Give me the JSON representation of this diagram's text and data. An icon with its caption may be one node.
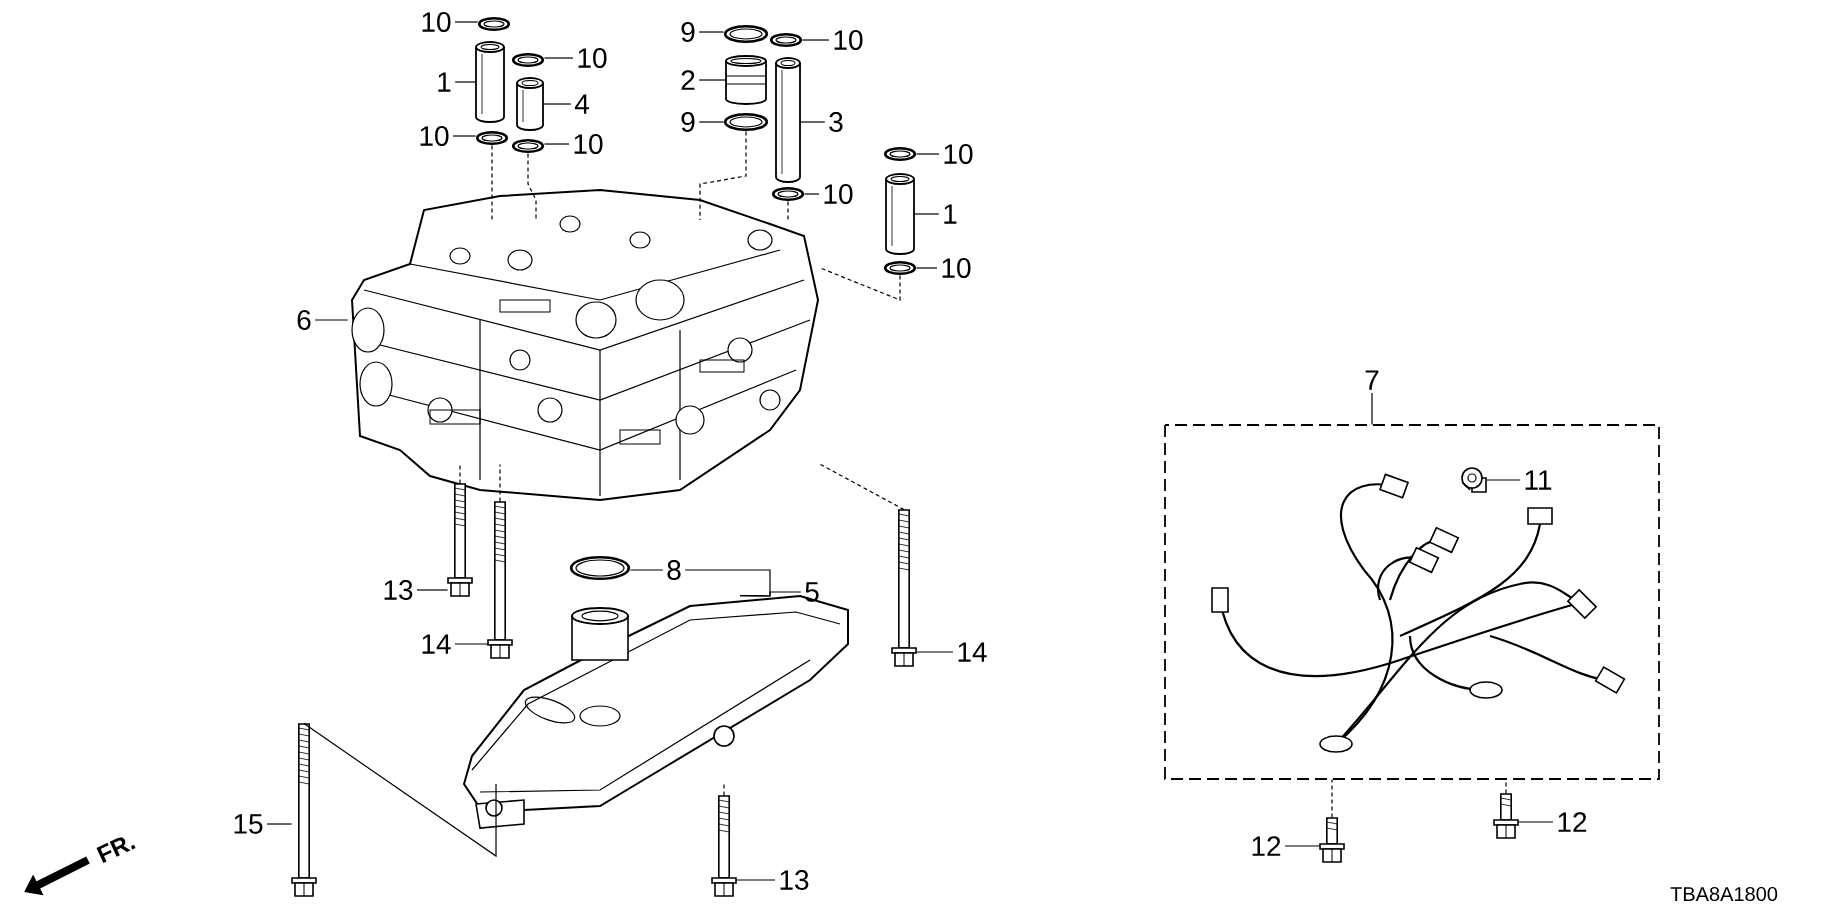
{
  "diagram": {
    "nodes": [
      {
        "text": [
          "10"
        ]
      },
      {
        "text": [
          "10"
        ]
      },
      {
        "text": [
          "1"
        ]
      },
      {
        "text": [
          "4"
        ]
      },
      {
        "text": [
          "10"
        ]
      },
      {
        "text": [
          "10"
        ]
      },
      {
        "text": [
          "9"
        ]
      },
      {
        "text": [
          "10"
        ]
      },
      {
        "text": [
          "2"
        ]
      },
      {
        "text": [
          "9"
        ]
      },
      {
        "text": [
          "3"
        ]
      },
      {
        "text": [
          "10"
        ]
      },
      {
        "text": [
          "10"
        ]
      },
      {
        "text": [
          "1"
        ]
      },
      {
        "text": [
          "10"
        ]
      },
      {
        "text": [
          "6"
        ]
      },
      {
        "text": [
          "8"
        ]
      },
      {
        "text": [
          "5"
        ]
      },
      {
        "text": [
          "13"
        ]
      },
      {
        "text": [
          "14"
        ]
      },
      {
        "text": [
          "14"
        ]
      },
      {
        "text": [
          "15"
        ]
      },
      {
        "text": [
          "13"
        ]
      },
      {
        "text": [
          "7"
        ]
      },
      {
        "text": [
          "11"
        ],
        "in": 50
      },
      {
        "text": [
          "12"
        ]
      },
      {
        "text": [
          "12"
        ]
      },
      {
        "text": [],
        "shape": "picture"
      },
      {
        "text": [],
        "shape": "picture"
      },
      {
        "text": [],
        "shape": "picture"
      },
      {
        "text": [],
        "shape": "picture"
      },
      {
        "text": [],
        "shape": "picture"
      },
      {
        "text": [],
        "shape": "picture"
      },
      {
        "text": [],
        "shape": "picture"
      },
      {
        "text": [],
        "shape": "picture"
      },
      {
        "text": [],
        "shape": "picture"
      },
      {
        "text": [],
        "shape": "picture"
      },
      {
        "text": [],
        "shape": "picture"
      },
      {
        "text": [],
        "shape": "picture"
      },
      {
        "text": [],
        "shape": "picture"
      },
      {
        "text": [],
        "shape": "picture"
      },
      {
        "text": [],
        "shape": "picture"
      },
      {
        "text": [],
        "shape": "picture"
      },
      {
        "text": [],
        "shape": "picture"
      },
      {
        "text": [],
        "shape": "picture"
      },
      {
        "text": [],
        "shape": "picture"
      },
      {
        "text": [],
        "shape": "picture"
      },
      {
        "text": [],
        "shape": "picture"
      },
      {
        "text": [],
        "shape": "picture"
      },
      {
        "text": [],
        "shape": "picture"
      },
      {
        "text": [],
        "shape": "picture"
      },
      {
        "text": [],
        "shape": "picture",
        "in": 50
      },
      {
        "text": [],
        "shape": "picture"
      },
      {
        "text": [],
        "shape": "picture"
      }
    ],
    "edges": [
      {
        "from": 0,
        "to": 27,
        "arrow": "none"
      },
      {
        "from": 1,
        "to": 28,
        "arrow": "none"
      },
      {
        "from": 2,
        "to": 29,
        "arrow": "none"
      },
      {
        "from": 3,
        "to": 30,
        "arrow": "none"
      },
      {
        "from": 4,
        "to": 31,
        "arrow": "none"
      },
      {
        "from": 5,
        "to": 32,
        "arrow": "none"
      },
      {
        "from": 6,
        "to": 33,
        "arrow": "none"
      },
      {
        "from": 7,
        "to": 34,
        "arrow": "none"
      },
      {
        "from": 8,
        "to": 35,
        "arrow": "none"
      },
      {
        "from": 9,
        "to": 36,
        "arrow": "none"
      },
      {
        "from": 10,
        "to": 37,
        "arrow": "none"
      },
      {
        "from": 11,
        "to": 38,
        "arrow": "none"
      },
      {
        "from": 12,
        "to": 39,
        "arrow": "none"
      },
      {
        "from": 13,
        "to": 40,
        "arrow": "none"
      },
      {
        "from": 14,
        "to": 41,
        "arrow": "none"
      },
      {
        "from": 15,
        "to": 42,
        "arrow": "none"
      },
      {
        "from": 16,
        "to": 43,
        "arrow": "none"
      },
      {
        "from": 17,
        "to": 44,
        "arrow": "none"
      },
      {
        "from": 18,
        "to": 45,
        "arrow": "none"
      },
      {
        "from": 19,
        "to": 46,
        "arrow": "none"
      },
      {
        "from": 20,
        "to": 47,
        "arrow": "none"
      },
      {
        "from": 21,
        "to": 48,
        "arrow": "none"
      },
      {
        "from": 22,
        "to": 49,
        "arrow": "none"
      },
      {
        "from": 23,
        "to": 50,
        "arrow": "none"
      },
      {
        "from": 24,
        "to": 51,
        "arrow": "none"
      },
      {
        "from": 25,
        "to": 52,
        "arrow": "none"
      },
      {
        "from": 26,
        "to": 53,
        "arrow": "none"
      },
      {
        "from": 16,
        "to": 44,
        "arrow": "none"
      },
      {
        "from": 31,
        "to": 42,
        "arrow": "none",
        "style": "dashed"
      },
      {
        "from": 32,
        "to": 42,
        "arrow": "none",
        "style": "dashed"
      },
      {
        "from": 36,
        "to": 42,
        "arrow": "none",
        "style": "dashed"
      },
      {
        "from": 39,
        "to": 42,
        "arrow": "none",
        "style": "dashed"
      },
      {
        "from": 41,
        "to": 42,
        "arrow": "none",
        "style": "dashed"
      },
      {
        "from": 45,
        "to": 42,
        "arrow": "none",
        "style": "dashed"
      },
      {
        "from": 46,
        "to": 42,
        "arrow": "none",
        "style": "dashed"
      },
      {
        "from": 47,
        "to": 42,
        "arrow": "none",
        "style": "dashed"
      },
      {
        "from": 49,
        "to": 44,
        "arrow": "none",
        "style": "dashed"
      },
      {
        "from": 48,
        "to": 44,
        "arrow": "none"
      },
      {
        "from": 52,
        "to": 50,
        "arrow": "none",
        "style": "dashed"
      },
      {
        "from": 53,
        "to": 50,
        "arrow": "none",
        "style": "dashed"
      }
    ],
    "labels": [
      "FR.",
      "TBA8A1800"
    ]
  }
}
